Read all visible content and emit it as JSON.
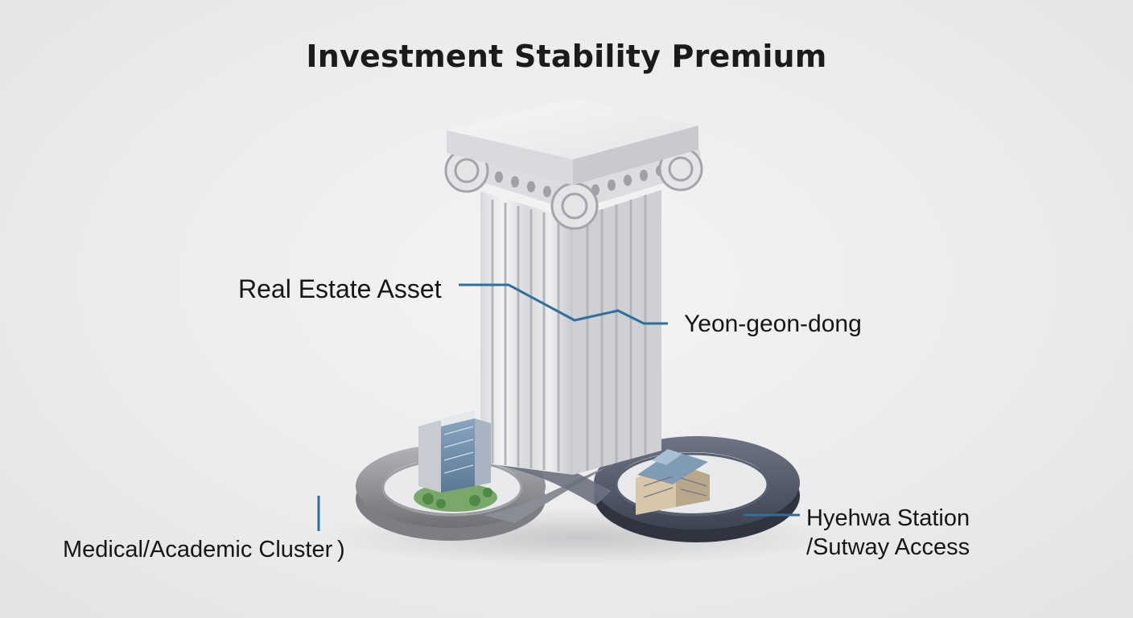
{
  "title": "Investment Stability  Premium",
  "labels": {
    "real_estate": "Real Estate Asset",
    "yeon_geon": "Yeon-geon-dong",
    "medical": "Medical/Academic Cluster )",
    "hyehwa_line1": "Hyehwa Station",
    "hyehwa_line2": "/Sutway Access"
  },
  "colors": {
    "leader_line": "#2f6f9b",
    "column": "#e2e3e5",
    "ring_left": "#8f9196",
    "ring_right": "#4f5665"
  }
}
